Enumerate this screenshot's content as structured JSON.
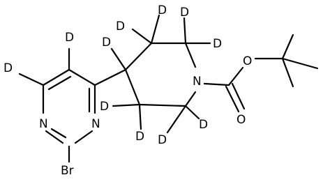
{
  "molecule": {
    "atom_labels": {
      "d_pyr_top": "D",
      "d_pyr_left": "D",
      "n_pyr_left": "N",
      "n_pyr_right": "N",
      "br": "Br",
      "d_c4": "D",
      "d_c3_top_a": "D",
      "d_c3_top_b": "D",
      "d_c2_top_a": "D",
      "d_c2_top_b": "D",
      "n_pip": "N",
      "o_ester": "O",
      "o_carbonyl": "O",
      "d_c5_a": "D",
      "d_c5_b": "D",
      "d_c6_a": "D",
      "d_c6_b": "D"
    }
  },
  "colors": {
    "bond": "#000000",
    "label": "#000000",
    "background": "#ffffff"
  }
}
